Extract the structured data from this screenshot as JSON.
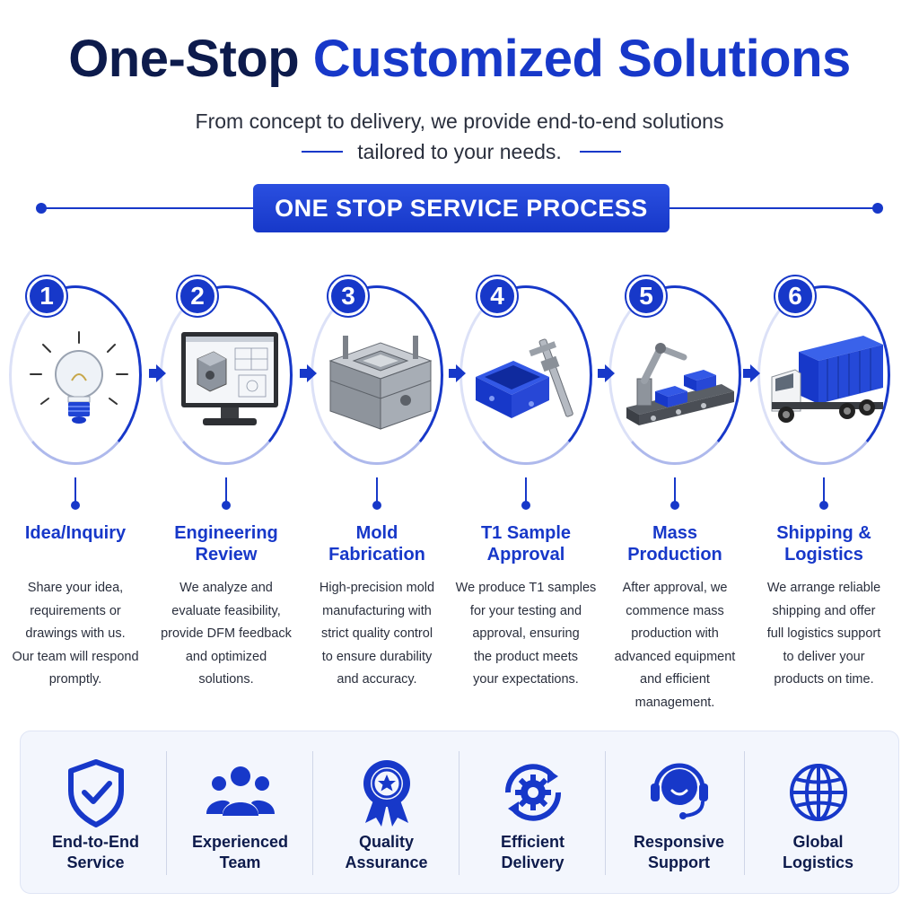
{
  "header": {
    "title_part1": "One-Stop",
    "title_part2": "Customized Solutions",
    "subtitle_line1": "From concept to delivery, we provide end-to-end solutions",
    "subtitle_line2": "tailored to your needs."
  },
  "banner": {
    "label": "ONE STOP SERVICE PROCESS"
  },
  "steps": [
    {
      "number": "1",
      "title_line1": "Idea/Inquiry",
      "title_line2": "",
      "icon": "lightbulb-icon",
      "desc": [
        "Share your idea,",
        "requirements or",
        "drawings with us.",
        "Our team will respond",
        "promptly."
      ]
    },
    {
      "number": "2",
      "title_line1": "Engineering",
      "title_line2": "Review",
      "icon": "cad-monitor-icon",
      "desc": [
        "We analyze and",
        "evaluate feasibility,",
        "provide DFM feedback",
        "and optimized",
        "solutions."
      ]
    },
    {
      "number": "3",
      "title_line1": "Mold",
      "title_line2": "Fabrication",
      "icon": "mold-block-icon",
      "desc": [
        "High-precision mold",
        "manufacturing with",
        "strict quality control",
        "to ensure durability",
        "and accuracy."
      ]
    },
    {
      "number": "4",
      "title_line1": "T1 Sample",
      "title_line2": "Approval",
      "icon": "sample-caliper-icon",
      "desc": [
        "We produce T1 samples",
        "for your testing and",
        "approval, ensuring",
        "the product meets",
        "your expectations."
      ]
    },
    {
      "number": "5",
      "title_line1": "Mass",
      "title_line2": "Production",
      "icon": "robot-arm-conveyor-icon",
      "desc": [
        "After approval, we",
        "commence mass",
        "production with",
        "advanced equipment",
        "and efficient",
        "management."
      ]
    },
    {
      "number": "6",
      "title_line1": "Shipping &",
      "title_line2": "Logistics",
      "icon": "container-truck-icon",
      "desc": [
        "We arrange reliable",
        "shipping and offer",
        "full logistics support",
        "to deliver your",
        "products on time."
      ]
    }
  ],
  "features": [
    {
      "line1": "End-to-End",
      "line2": "Service",
      "icon": "shield-check-icon"
    },
    {
      "line1": "Experienced",
      "line2": "Team",
      "icon": "team-icon"
    },
    {
      "line1": "Quality",
      "line2": "Assurance",
      "icon": "award-ribbon-icon"
    },
    {
      "line1": "Efficient",
      "line2": "Delivery",
      "icon": "gear-cycle-icon"
    },
    {
      "line1": "Responsive",
      "line2": "Support",
      "icon": "headset-icon"
    },
    {
      "line1": "Global",
      "line2": "Logistics",
      "icon": "globe-icon"
    }
  ],
  "colors": {
    "accent": "#1738c9",
    "navy": "#0d1b4c",
    "panel": "#f3f6fd"
  }
}
